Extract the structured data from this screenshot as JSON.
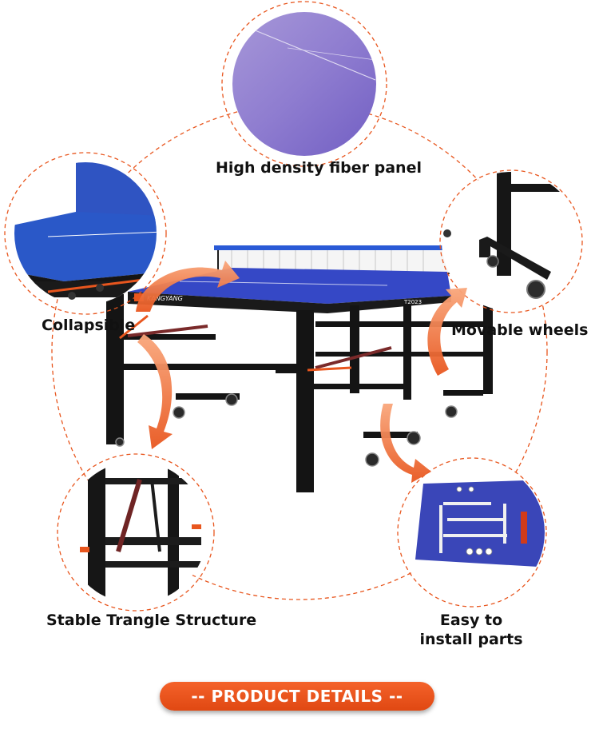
{
  "features": {
    "fiber_panel": "High density fiber panel",
    "collapsible": "Collapsible",
    "movable_wheels": "Movable wheels",
    "stable_structure": "Stable Trangle Structure",
    "easy_install_line1": "Easy to",
    "easy_install_line2": "install parts"
  },
  "brand": {
    "logo_text": "KANGYANG",
    "model_text": "T2023"
  },
  "footer": {
    "button_label": "-- PRODUCT DETAILS --"
  },
  "colors": {
    "accent_orange": "#e8561e",
    "table_blue": "#2b4fc0",
    "frame_black": "#141414",
    "dashed_circle": "#e8561e"
  }
}
